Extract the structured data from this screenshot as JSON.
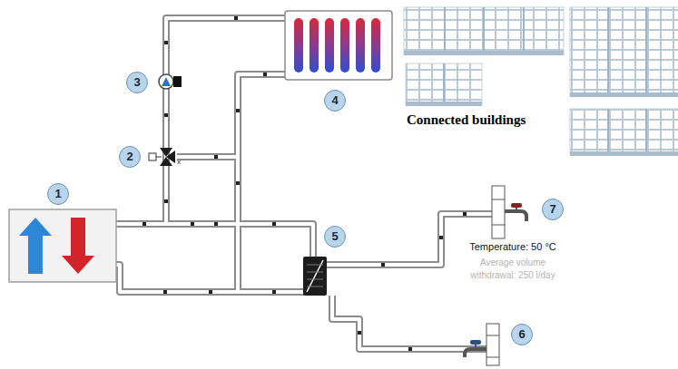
{
  "diagram": {
    "labels": [
      "1",
      "2",
      "3",
      "4",
      "5",
      "6",
      "7",
      "x",
      "Connected buildings",
      "Temperature: 50 °C",
      "Average volume withdrawal: 250 l/day"
    ]
  }
}
